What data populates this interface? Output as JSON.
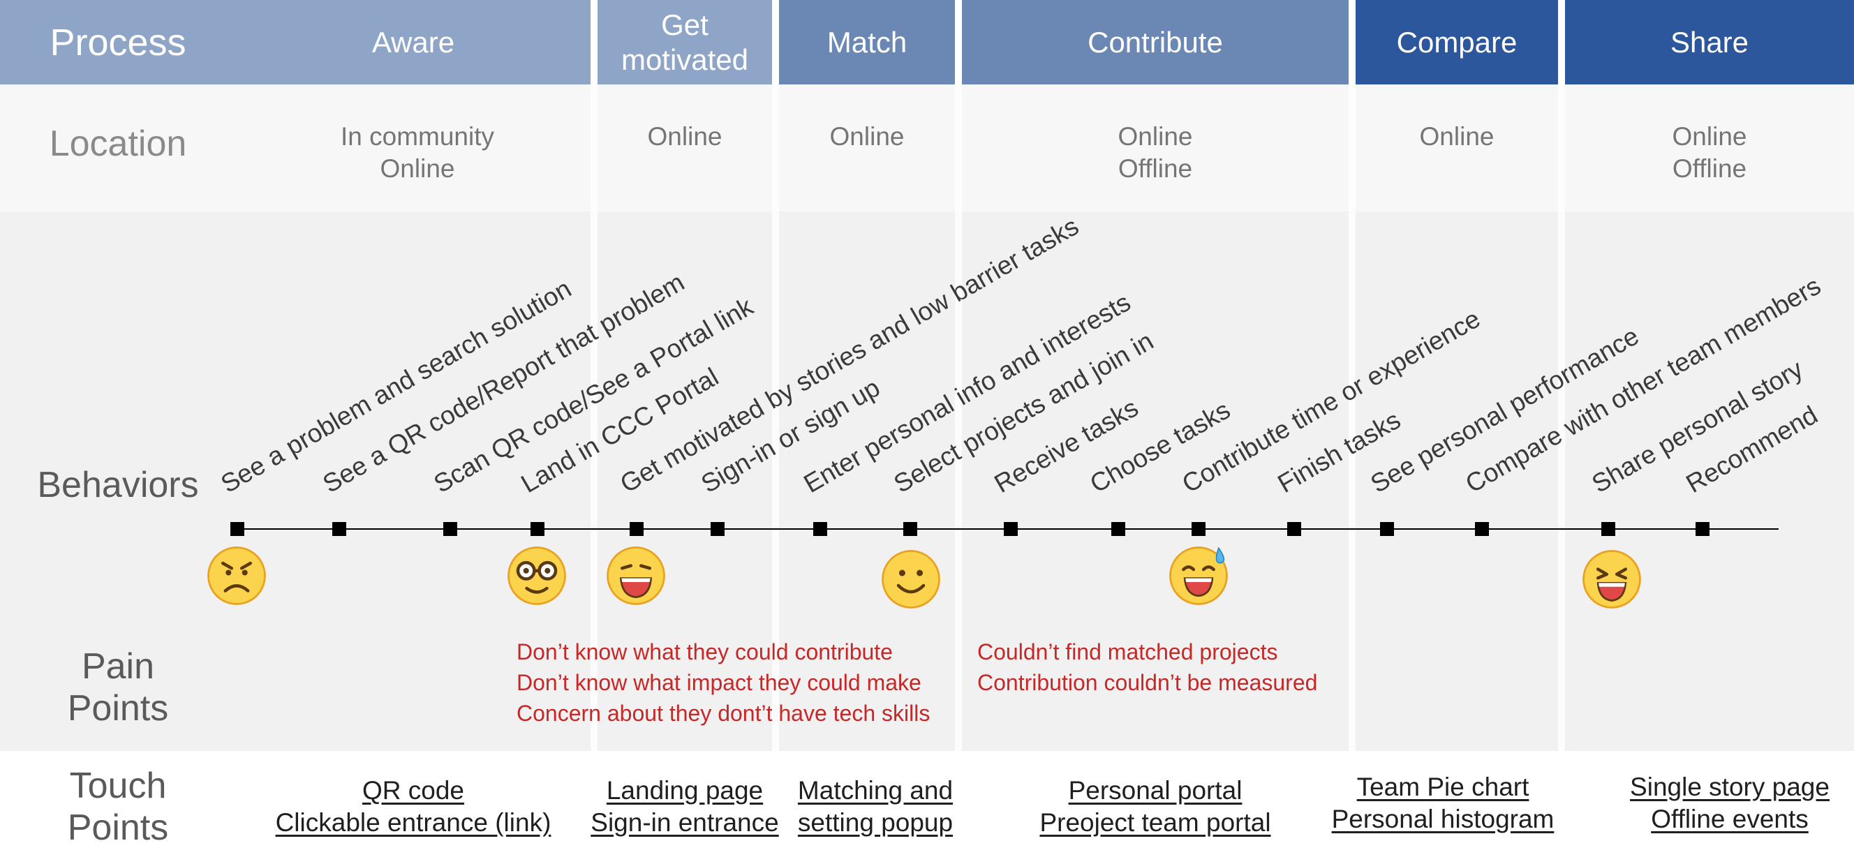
{
  "colors": {
    "header_light": "#8fa5c8",
    "header_mid": "#6b87b4",
    "header_dark": "#2d579d",
    "location_bg": "#f7f7f7",
    "behaviors_bg": "#f1f1f1",
    "pain_text": "#c62828",
    "face_fill": "#fcd34d",
    "face_stroke": "#e8a21f"
  },
  "row_labels": {
    "process": "Process",
    "location": "Location",
    "behaviors": "Behaviors",
    "pain_points": "Pain Points",
    "touch_points": "Touch Points"
  },
  "phases": [
    "Aware",
    "Get motivated",
    "Match",
    "Contribute",
    "Compare",
    "Share"
  ],
  "locations": [
    [
      "In community",
      "Online"
    ],
    [
      "Online"
    ],
    [
      "Online"
    ],
    [
      "Online",
      "Offline"
    ],
    [
      "Online"
    ],
    [
      "Online",
      "Offline"
    ]
  ],
  "behaviors": [
    "See a problem and search solution",
    "See a QR code/Report that problem",
    "Scan QR code/See a Portal link",
    "Land in CCC Portal",
    "Get motivated by stories and low barrier tasks",
    "Sign-in or sign up",
    "Enter personal info and interests",
    "Select projects and join in",
    "Receive tasks",
    "Choose tasks",
    "Contribute time or experience",
    "Finish tasks",
    "See personal performance",
    "Compare with other team members",
    "Share personal story",
    "Recommend"
  ],
  "emotions": [
    {
      "step": 1,
      "icon": "frowning-face-icon"
    },
    {
      "step": 4,
      "icon": "nerd-face-icon"
    },
    {
      "step": 5,
      "icon": "grinning-face-icon"
    },
    {
      "step": 8,
      "icon": "smiling-face-icon"
    },
    {
      "step": 11,
      "icon": "sweat-smile-face-icon"
    },
    {
      "step": 15,
      "icon": "squinting-laughing-face-icon"
    }
  ],
  "pain_points": [
    [
      "Don’t know what they could contribute",
      "Don’t know what impact they could make",
      "Concern about they dont’t have tech skills"
    ],
    [
      "Couldn’t find matched projects",
      "Contribution couldn’t be measured"
    ]
  ],
  "touch_points": [
    [
      "QR code",
      "Clickable entrance (link)"
    ],
    [
      "Landing page",
      "Sign-in entrance"
    ],
    [
      "Matching and",
      "setting popup"
    ],
    [
      "Personal portal",
      "Preoject team portal"
    ],
    [
      "Team Pie chart",
      "Personal histogram"
    ],
    [
      "Single story page",
      "Offline events"
    ]
  ]
}
